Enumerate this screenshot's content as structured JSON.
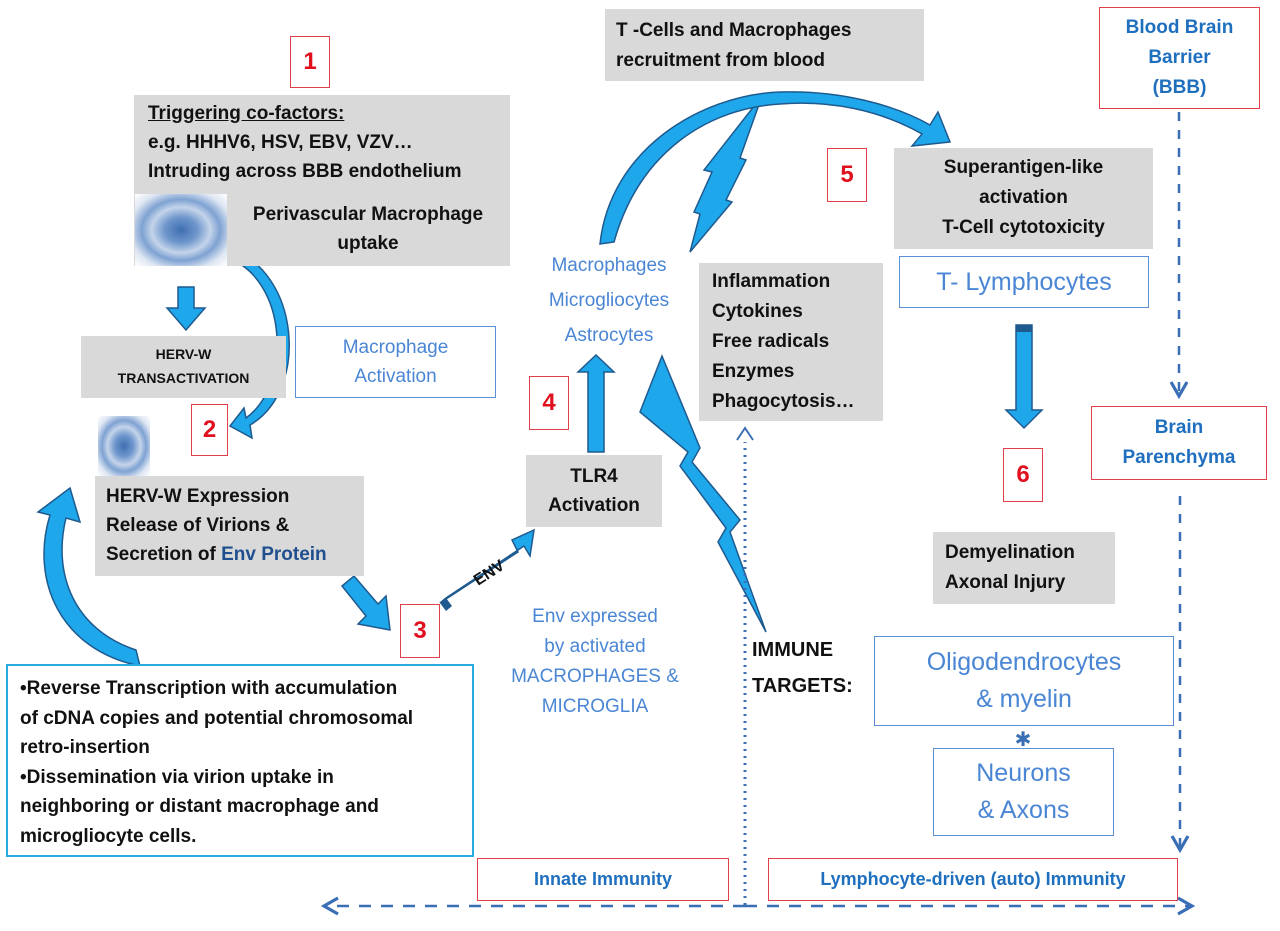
{
  "steps": [
    "1",
    "2",
    "3",
    "4",
    "5",
    "6"
  ],
  "step1": {
    "title": "Triggering co-factors:",
    "lines": [
      "e.g. HHHV6, HSV, EBV, VZV…",
      "Intruding across BBB endothelium"
    ],
    "uptake": [
      "Perivascular Macrophage",
      "uptake"
    ]
  },
  "transactivation": [
    "HERV-W",
    "TRANSACTIVATION"
  ],
  "macrophage_activation": [
    "Macrophage",
    "Activation"
  ],
  "expression": {
    "lines": [
      "HERV-W Expression",
      "Release of Virions &"
    ],
    "line3_prefix": "Secretion of ",
    "line3_highlight": "Env Protein"
  },
  "reverse_transcription": {
    "lines": [
      "•Reverse Transcription with accumulation",
      "of cDNA copies and potential chromosomal",
      "retro-insertion",
      "•Dissemination via virion uptake in",
      "neighboring or distant macrophage and",
      "microgliocyte cells."
    ]
  },
  "env_arrow_label": "ENV",
  "env_expressed": [
    "Env expressed",
    "by activated",
    "MACROPHAGES &",
    "MICROGLIA"
  ],
  "tlr4": [
    "TLR4",
    "Activation"
  ],
  "glia": [
    "Macrophages",
    "Microgliocytes",
    "Astrocytes"
  ],
  "inflammation": [
    "Inflammation",
    "Cytokines",
    "Free radicals",
    "Enzymes",
    "Phagocytosis…"
  ],
  "recruitment": [
    "T -Cells and  Macrophages",
    "recruitment from blood"
  ],
  "superantigen": [
    "Superantigen-like",
    "activation",
    "T-Cell cytotoxicity"
  ],
  "t_lymphocytes": "T- Lymphocytes",
  "bbb": [
    "Blood Brain",
    "Barrier",
    "(BBB)"
  ],
  "brain_parenchyma": [
    "Brain",
    "Parenchyma"
  ],
  "demyelination": [
    "Demyelination",
    "Axonal Injury"
  ],
  "immune_targets": [
    "IMMUNE",
    "TARGETS:"
  ],
  "oligodendrocytes": [
    "Oligodendrocytes",
    "& myelin"
  ],
  "neurons": [
    "Neurons",
    "& Axons"
  ],
  "innate_immunity": "Innate Immunity",
  "lymphocyte_immunity": "Lymphocyte-driven (auto) Immunity",
  "colors": {
    "arrow_fill": "#1ea7ea",
    "arrow_stroke": "#1f5a8f",
    "step_red": "#e0101e",
    "label_blue": "#4a86d4",
    "dashed_blue": "#3a6fb5"
  }
}
